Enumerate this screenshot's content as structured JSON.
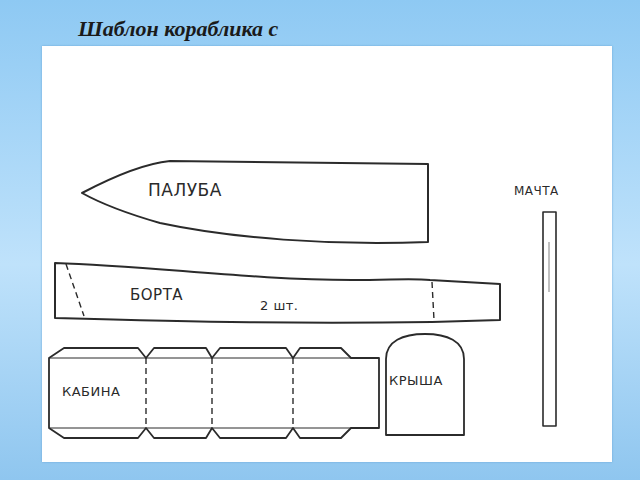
{
  "diagram": {
    "title": "Шаблон кораблика с",
    "nodes": [
      {
        "text": [
          "ПАЛУБА"
        ]
      },
      {
        "text": [
          "МАЧТА"
        ]
      },
      {
        "text": [
          "БОРТА",
          "2 шт."
        ]
      },
      {
        "text": [
          "КАБИНА"
        ]
      },
      {
        "text": [
          "КРЫША"
        ]
      }
    ]
  }
}
